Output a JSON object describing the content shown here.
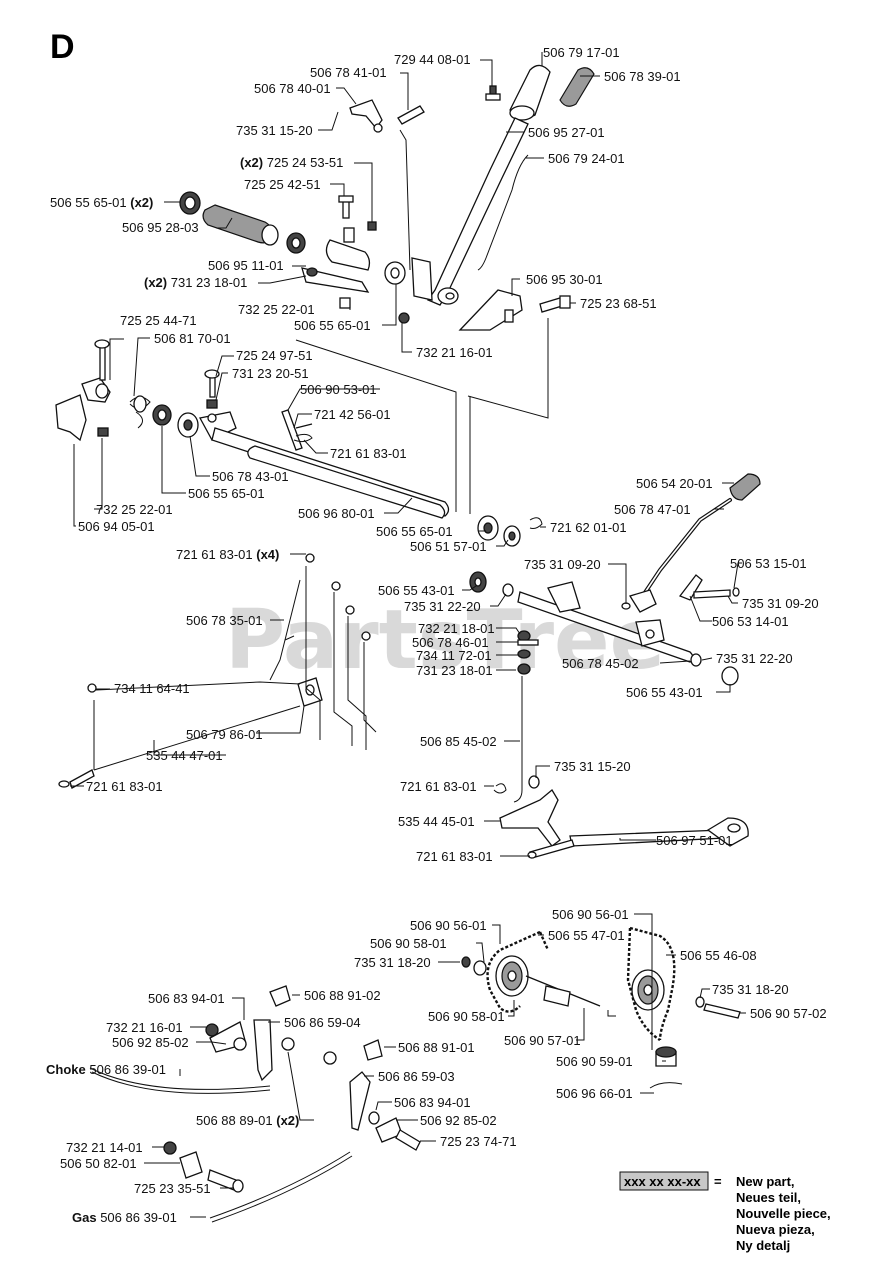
{
  "section_letter": "D",
  "watermark": "PartsTree",
  "parts": [
    "729 44 08-01",
    "506 79 17-01",
    "506 78 39-01",
    "506 78 41-01",
    "506 78 40-01",
    "735 31 15-20",
    "506 95 27-01",
    "506 79 24-01",
    "725 24 53-51",
    "725 25 42-51",
    "506 55 65-01",
    "506 95 28-03",
    "506 95 11-01",
    "731 23 18-01",
    "506 95 30-01",
    "725 23 68-51",
    "732 25 22-01",
    "506 55 65-01",
    "732 21 16-01",
    "725 25 44-71",
    "506 81 70-01",
    "725 24 97-51",
    "731 23 20-51",
    "506 90 53-01",
    "721 42 56-01",
    "721 61 83-01",
    "506 78 43-01",
    "506 55 65-01",
    "732 25 22-01",
    "506 94 05-01",
    "506 96 80-01",
    "506 55 65-01",
    "506 51 57-01",
    "721 62 01-01",
    "506 54 20-01",
    "506 78 47-01",
    "721 61 83-01",
    "506 78 35-01",
    "734 11 64-41",
    "506 79 86-01",
    "535 44 47-01",
    "721 61 83-01",
    "735 31 09-20",
    "506 53 15-01",
    "506 55 43-01",
    "735 31 22-20",
    "735 31 09-20",
    "506 53 14-01",
    "732 21 18-01",
    "506 78 46-01",
    "734 11 72-01",
    "731 23 18-01",
    "506 78 45-02",
    "735 31 22-20",
    "506 55 43-01",
    "506 85 45-02",
    "735 31 15-20",
    "721 61 83-01",
    "535 44 45-01",
    "506 97 51-01",
    "721 61 83-01",
    "506 90 56-01",
    "506 55 47-01",
    "506 90 58-01",
    "735 31 18-20",
    "506 90 58-01",
    "506 90 57-01",
    "506 90 56-01",
    "506 55 46-08",
    "735 31 18-20",
    "506 90 57-02",
    "506 90 59-01",
    "506 96 66-01",
    "506 83 94-01",
    "506 88 91-02",
    "732 21 16-01",
    "506 92 85-02",
    "506 86 59-04",
    "506 88 91-01",
    "506 86 39-01",
    "506 86 59-03",
    "506 88 89-01",
    "506 83 94-01",
    "506 92 85-02",
    "725 23 74-71",
    "732 21 14-01",
    "506 50 82-01",
    "725 23 35-51",
    "506 86 39-01"
  ],
  "qualifiers": {
    "x2": "(x2)",
    "x4": "(x4)",
    "choke": "Choke",
    "gas": "Gas"
  },
  "legend": {
    "box_text": "xxx xx xx-xx",
    "equals": "=",
    "lines": [
      "New part,",
      "Neues teil,",
      "Nouvelle piece,",
      "Nueva pieza,",
      "Ny detalj"
    ]
  }
}
